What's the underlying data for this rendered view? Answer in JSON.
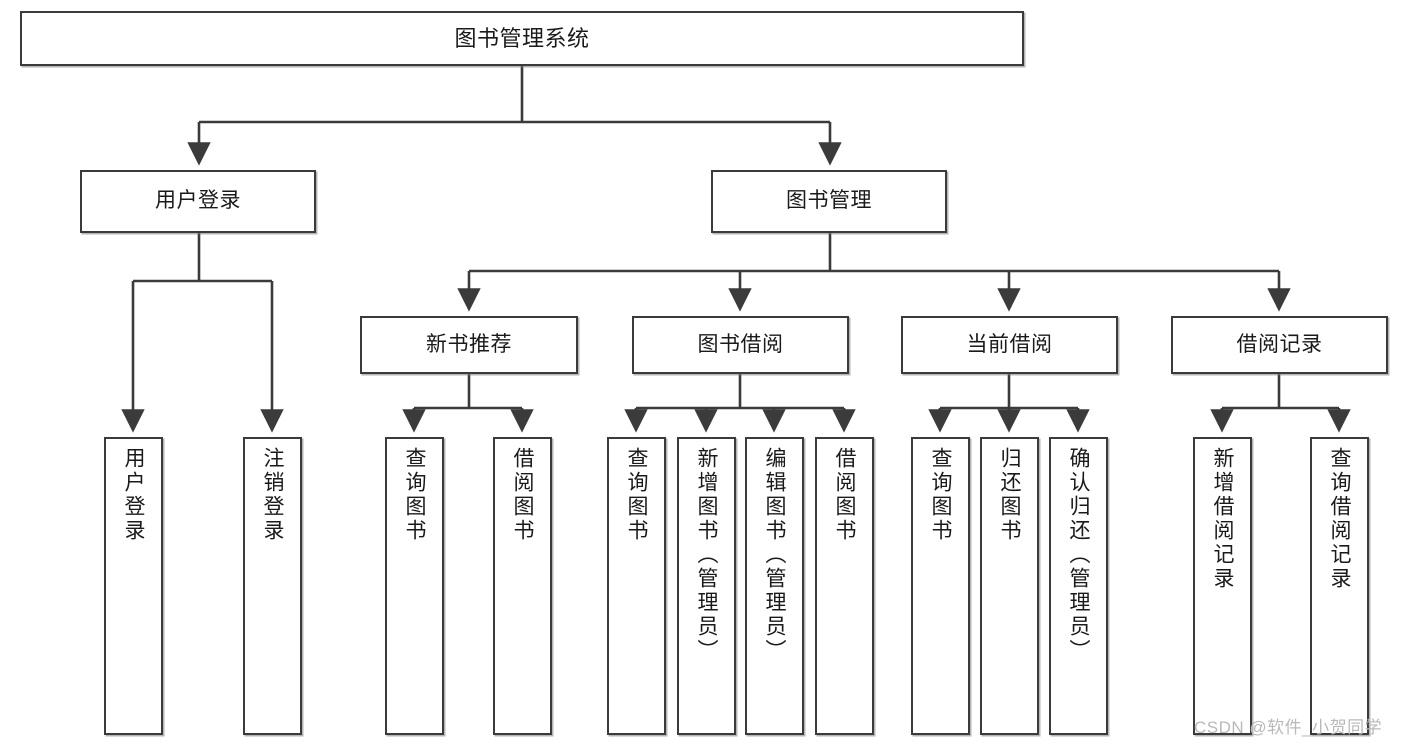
{
  "diagram": {
    "title": "图书管理系统",
    "type": "tree",
    "stroke_color": "#3b3b3b",
    "text_color": "#1a1a1a",
    "background": "#ffffff",
    "watermark": "CSDN @软件_小贺同学",
    "watermark_color": "#b9b9b9"
  },
  "nodes": {
    "root": {
      "label": "图书管理系统"
    },
    "level2": [
      {
        "label": "用户登录"
      },
      {
        "label": "图书管理"
      }
    ],
    "level3": [
      {
        "label": "新书推荐"
      },
      {
        "label": "图书借阅"
      },
      {
        "label": "当前借阅"
      },
      {
        "label": "借阅记录"
      }
    ],
    "leaves": {
      "user_login": [
        {
          "label": "用户登录"
        },
        {
          "label": "注销登录"
        }
      ],
      "new_book": [
        {
          "label": "查询图书"
        },
        {
          "label": "借阅图书"
        }
      ],
      "book_borrow": [
        {
          "label": "查询图书"
        },
        {
          "label": "新增图书（管理员）"
        },
        {
          "label": "编辑图书（管理员）"
        },
        {
          "label": "借阅图书"
        }
      ],
      "current_borrow": [
        {
          "label": "查询图书"
        },
        {
          "label": "归还图书"
        },
        {
          "label": "确认归还（管理员）"
        }
      ],
      "borrow_record": [
        {
          "label": "新增借阅记录"
        },
        {
          "label": "查询借阅记录"
        }
      ]
    }
  }
}
